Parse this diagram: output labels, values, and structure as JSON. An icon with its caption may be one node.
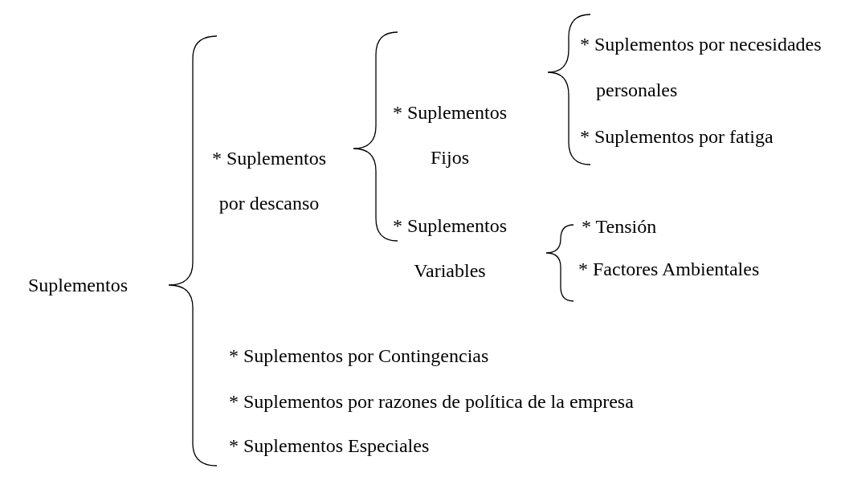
{
  "diagram": {
    "labels": [
      "Suplementos",
      "* Suplementos por descanso",
      "* Suplementos Fijos",
      "* Suplementos por necesidades personales",
      "* Suplementos por fatiga",
      "* Suplementos Variables",
      "* Tensión",
      "* Factores Ambientales",
      "* Suplementos por Contingencias",
      "* Suplementos por razones de política de la empresa",
      "* Suplementos Especiales"
    ]
  }
}
